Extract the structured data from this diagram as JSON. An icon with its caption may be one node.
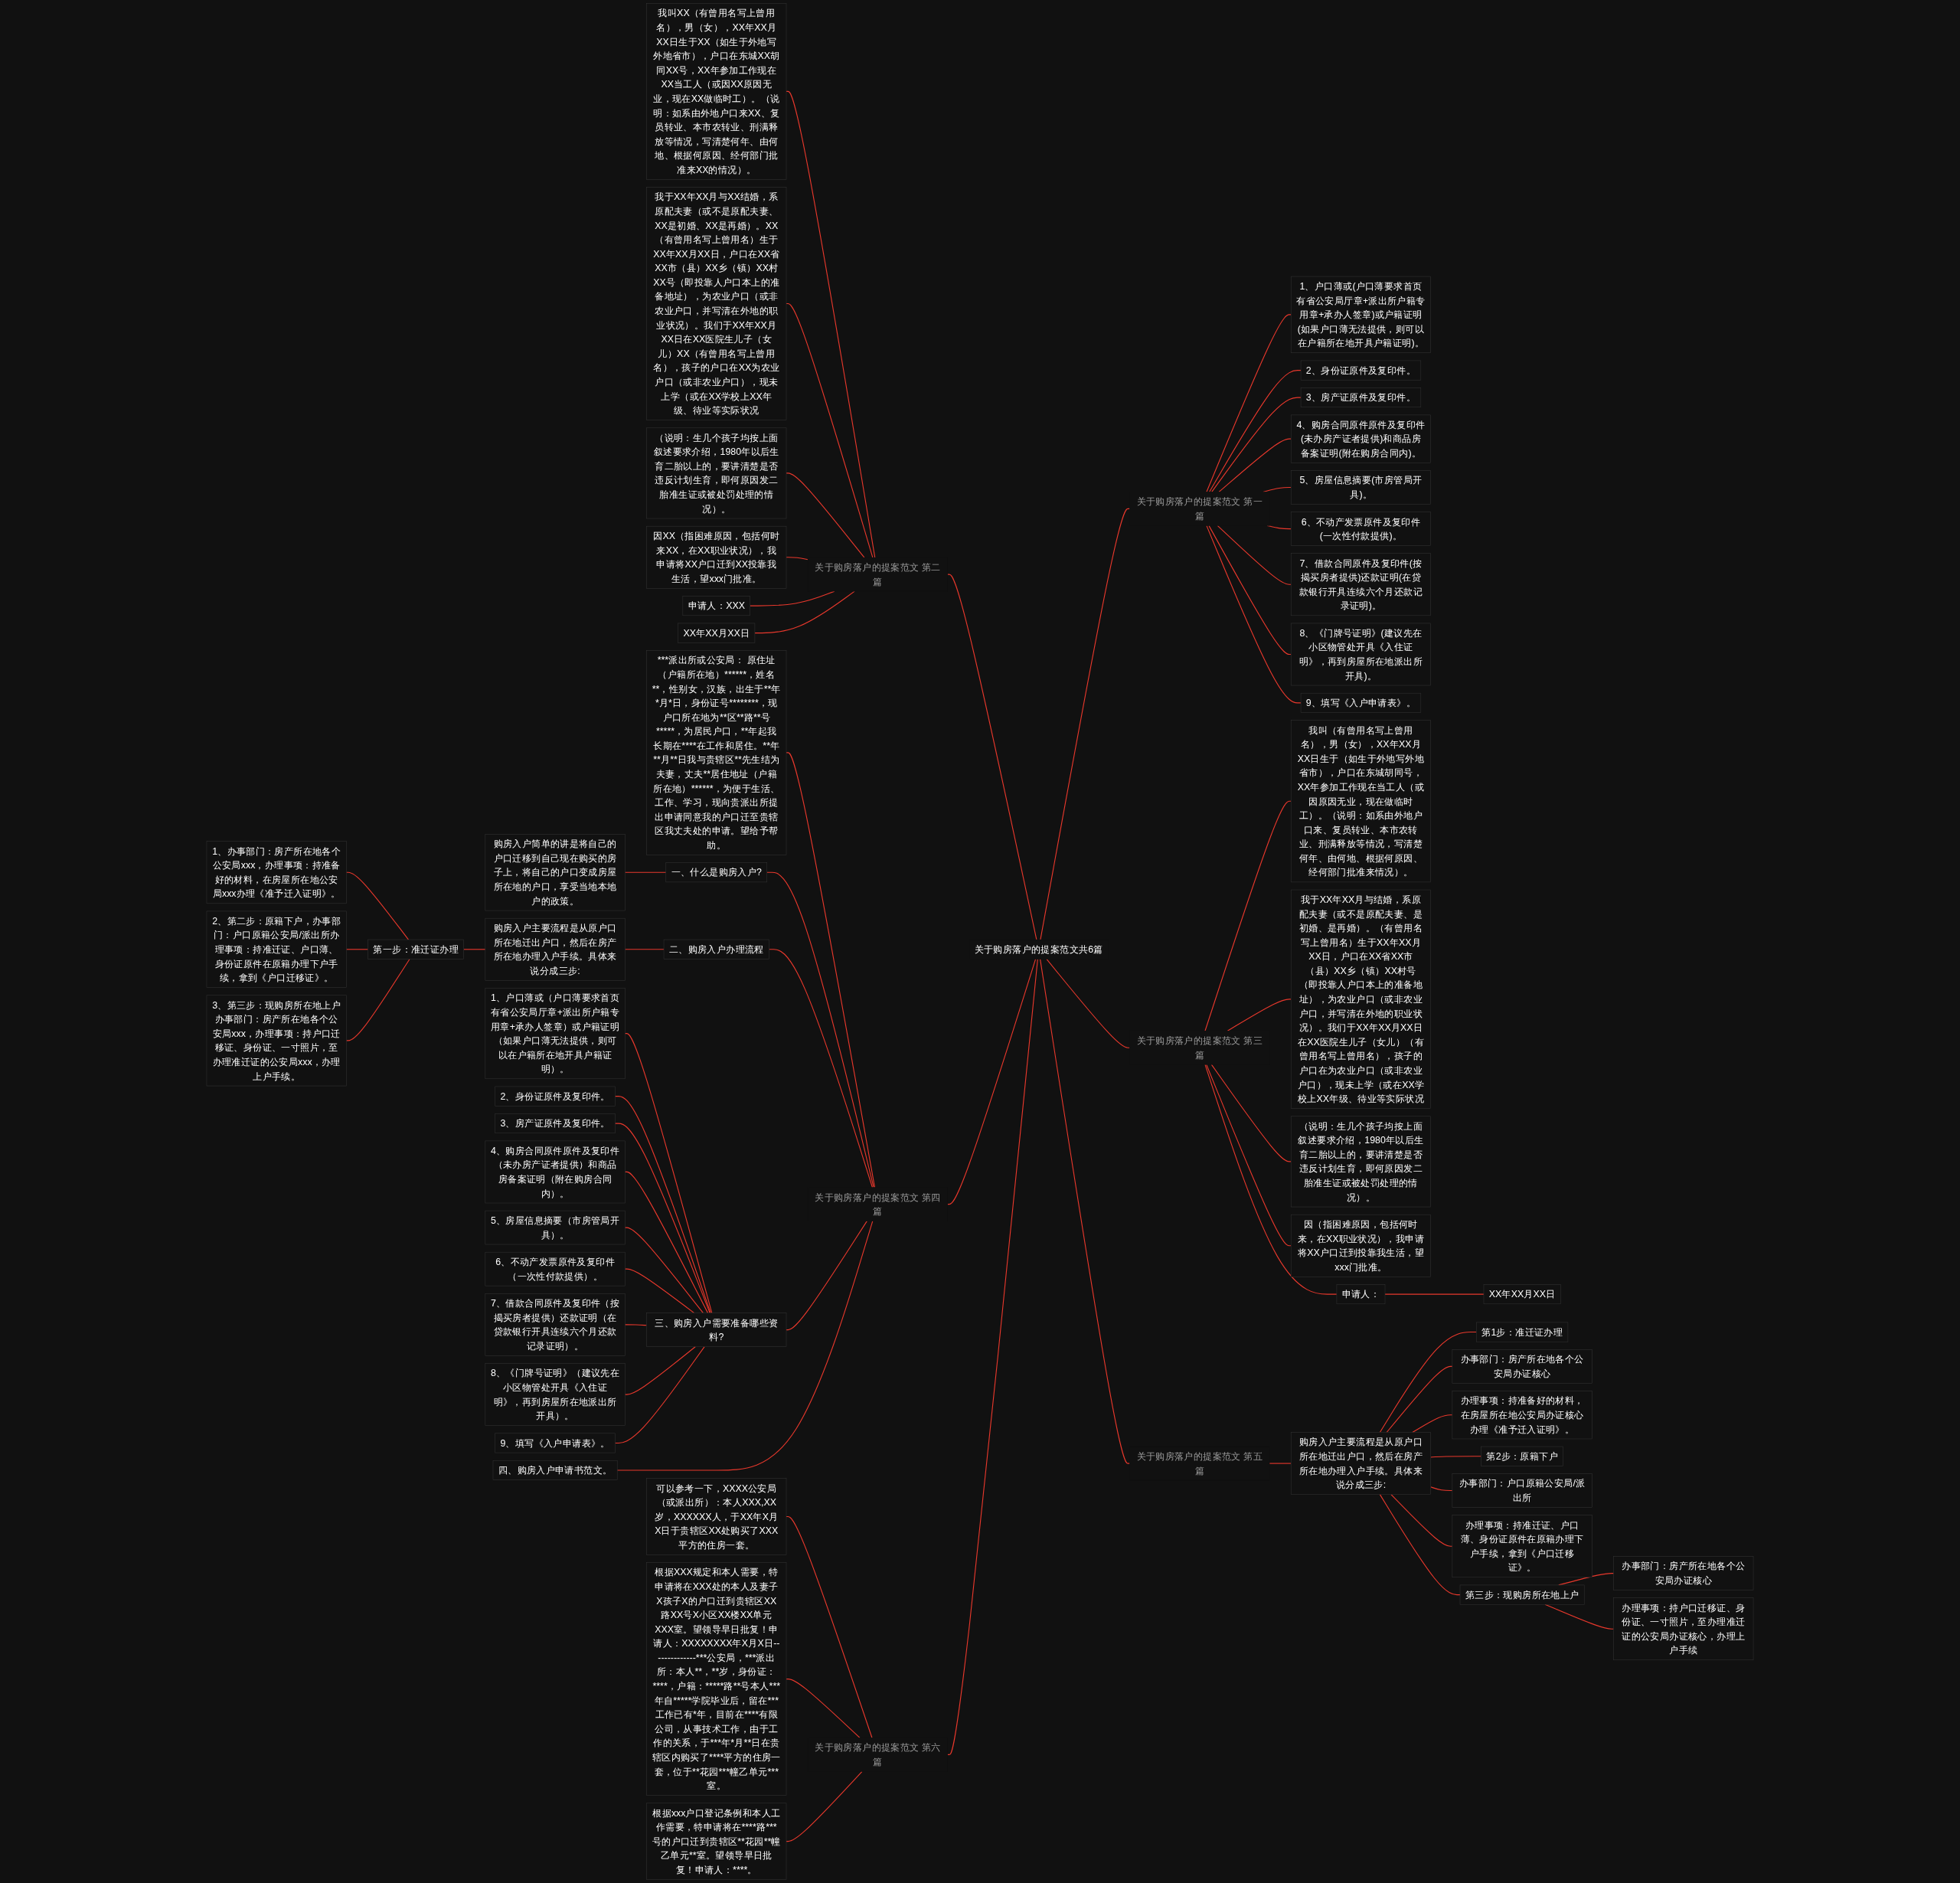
{
  "diagram": {
    "nodes": [
      {
        "text": [
          "关于购房落户的提案范文共6篇"
        ]
      },
      {
        "text": [
          "关于购房落户的提案范文 第一篇"
        ]
      },
      {
        "text": [
          "1、户口薄或(户口薄要求首页有省公安局厅章+派出所户籍专用章+承办人签章)或户籍证明(如果户口薄无法提供，则可以在户籍所在地开具户籍证明)。"
        ]
      },
      {
        "text": [
          "2、身份证原件及复印件。"
        ]
      },
      {
        "text": [
          "3、房产证原件及复印件。"
        ]
      },
      {
        "text": [
          "4、购房合同原件原件及复印件(未办房产证者提供)和商品房备案证明(附在购房合同内)。"
        ]
      },
      {
        "text": [
          "5、房屋信息摘要(市房管局开具)。"
        ]
      },
      {
        "text": [
          "6、不动产发票原件及复印件(一次性付款提供)。"
        ]
      },
      {
        "text": [
          "7、借款合同原件及复印件(按揭买房者提供)还款证明(在贷款银行开具连续六个月还款记录证明)。"
        ]
      },
      {
        "text": [
          "8、《门牌号证明》(建议先在小区物管处开具《入住证明》，再到房屋所在地派出所开具)。"
        ]
      },
      {
        "text": [
          "9、填写《入户申请表》。"
        ]
      },
      {
        "text": [
          "关于购房落户的提案范文 第二篇"
        ]
      },
      {
        "text": [
          "我叫XX（有曾用名写上曾用名），男（女），XX年XX月XX日生于XX（如生于外地写外地省市），户口在东城XX胡同XX号，XX年参加工作现在XX当工人（或因XX原因无业，现在XX做临时工）。（说明：如系由外地户口来XX、复员转业、本市农转业、刑满释放等情况，写清楚何年、由何地、根据何原因、经何部门批准来XX的情况）。"
        ]
      },
      {
        "text": [
          "我于XX年XX月与XX结婚，系原配夫妻（或不是原配夫妻、XX是初婚、XX是再婚）。XX（有曾用名写上曾用名）生于XX年XX月XX日，户口在XX省XX市（县）XX乡（镇）XX村XX号（即投靠人户口本上的准备地址），为农业户口（或非农业户口，并写清在外地的职业状况）。我们于XX年XX月XX日在XX医院生儿子（女儿）XX（有曾用名写上曾用名），孩子的户口在XX为农业户口（或非农业户口），现未上学（或在XX学校上XX年级、待业等实际状况"
        ]
      },
      {
        "text": [
          "（说明：生几个孩子均按上面叙述要求介绍，1980年以后生育二胎以上的，要讲清楚是否违反计划生育，即何原因发二胎准生证或被处罚处理的情况）。"
        ]
      },
      {
        "text": [
          "因XX（指困难原因，包括何时来XX，在XX职业状况），我申请将XX户口迁到XX投靠我生活，望xxx门批准。"
        ]
      },
      {
        "text": [
          "申请人：XXX"
        ]
      },
      {
        "text": [
          "XX年XX月XX日"
        ]
      },
      {
        "text": [
          "关于购房落户的提案范文 第三篇"
        ]
      },
      {
        "text": [
          "我叫（有曾用名写上曾用名），男（女），XX年XX月XX日生于（如生于外地写外地省市），户口在东城胡同号，XX年参加工作现在当工人（或因原因无业，现在做临时工）。（说明：如系由外地户口来、复员转业、本市农转业、刑满释放等情况，写清楚何年、由何地、根据何原因、经何部门批准来情况）。"
        ]
      },
      {
        "text": [
          "我于XX年XX月与结婚，系原配夫妻（或不是原配夫妻、是初婚、是再婚）。（有曾用名写上曾用名）生于XX年XX月XX日，户口在XX省XX市（县）XX乡（镇）XX村号（即投靠人户口本上的准备地址），为农业户口（或非农业户口，并写清在外地的职业状况）。我们于XX年XX月XX日在XX医院生儿子（女儿）（有曾用名写上曾用名），孩子的户口在为农业户口（或非农业户口），现未上学（或在XX学校上XX年级、待业等实际状况"
        ]
      },
      {
        "text": [
          "（说明：生几个孩子均按上面叙述要求介绍，1980年以后生育二胎以上的，要讲清楚是否违反计划生育，即何原因发二胎准生证或被处罚处理的情况）。"
        ]
      },
      {
        "text": [
          "因（指困难原因，包括何时来，在XX职业状况），我申请将XX户口迁到投靠我生活，望xxx门批准。"
        ]
      },
      {
        "text": [
          "申请人："
        ]
      },
      {
        "text": [
          "XX年XX月XX日"
        ]
      },
      {
        "text": [
          "关于购房落户的提案范文 第四篇"
        ]
      },
      {
        "text": [
          "***派出所或公安局： 原住址（户籍所在地）******，姓名**，性别女，汉族，出生于**年*月*日，身份证号********，现户口所在地为**区**路**号*****，为居民户口，**年起我长期在****在工作和居住。**年**月**日我与贵辖区**先生结为夫妻，丈夫**居住地址（户籍所在地）******，为便于生活、工作、学习，现向贵派出所提出申请同意我的户口迁至贵辖区我丈夫处的申请。望给予帮助。"
        ]
      },
      {
        "text": [
          "一、什么是购房入户?"
        ]
      },
      {
        "text": [
          "购房入户简单的讲是将自己的户口迁移到自己现在购买的房子上，将自己的户口变成房屋所在地的户口，享受当地本地户的政策。"
        ]
      },
      {
        "text": [
          "二、购房入户办理流程"
        ]
      },
      {
        "text": [
          "购房入户主要流程是从原户口所在地迁出户口，然后在房产所在地办理入户手续。具体来说分成三步:"
        ]
      },
      {
        "text": [
          "第一步：准迁证办理"
        ]
      },
      {
        "text": [
          "1、办事部门：房产所在地各个公安局xxx，办理事项：持准备好的材料，在房屋所在地公安局xxx办理《准予迁入证明》。"
        ]
      },
      {
        "text": [
          "2、第二步：原籍下户，办事部门：户口原籍公安局/派出所办理事项：持准迁证、户口薄、身份证原件在原籍办理下户手续，拿到《户口迁移证》。"
        ]
      },
      {
        "text": [
          "3、第三步：现购房所在地上户办事部门：房产所在地各个公安局xxx，办理事项：持户口迁移证、身份证、一寸照片，至办理准迁证的公安局xxx，办理上户手续。"
        ]
      },
      {
        "text": [
          "三、购房入户需要准备哪些资料?"
        ]
      },
      {
        "text": [
          "1、户口薄或（户口薄要求首页有省公安局厅章+派出所户籍专用章+承办人签章）或户籍证明（如果户口薄无法提供，则可以在户籍所在地开具户籍证明）。"
        ]
      },
      {
        "text": [
          "2、身份证原件及复印件。"
        ]
      },
      {
        "text": [
          "3、房产证原件及复印件。"
        ]
      },
      {
        "text": [
          "4、购房合同原件原件及复印件（未办房产证者提供）和商品房备案证明（附在购房合同内）。"
        ]
      },
      {
        "text": [
          "5、房屋信息摘要（市房管局开具）。"
        ]
      },
      {
        "text": [
          "6、不动产发票原件及复印件（一次性付款提供）。"
        ]
      },
      {
        "text": [
          "7、借款合同原件及复印件（按揭买房者提供）还款证明（在贷款银行开具连续六个月还款记录证明）。"
        ]
      },
      {
        "text": [
          "8、《门牌号证明》（建议先在小区物管处开具《入住证明》，再到房屋所在地派出所开具）。"
        ]
      },
      {
        "text": [
          "9、填写《入户申请表》。"
        ]
      },
      {
        "text": [
          "四、购房入户申请书范文。"
        ]
      },
      {
        "text": [
          "关于购房落户的提案范文 第五篇"
        ]
      },
      {
        "text": [
          "购房入户主要流程是从原户口所在地迁出户口，然后在房产所在地办理入户手续。具体来说分成三步:"
        ]
      },
      {
        "text": [
          "第1步：准迁证办理"
        ]
      },
      {
        "text": [
          "办事部门：房产所在地各个公安局办证核心"
        ]
      },
      {
        "text": [
          "办理事项：持准备好的材料，在房屋所在地公安局办证核心办理《准予迁入证明》。"
        ]
      },
      {
        "text": [
          "第2步：原籍下户"
        ]
      },
      {
        "text": [
          "办事部门：户口原籍公安局/派出所"
        ]
      },
      {
        "text": [
          "办理事项：持准迁证、户口薄、身份证原件在原籍办理下户手续，拿到《户口迁移证》。"
        ]
      },
      {
        "text": [
          "第三步：现购房所在地上户"
        ]
      },
      {
        "text": [
          "办事部门：房产所在地各个公安局办证核心"
        ]
      },
      {
        "text": [
          "办理事项：持户口迁移证、身份证、一寸照片，至办理准迁证的公安局办证核心，办理上户手续"
        ]
      },
      {
        "text": [
          "关于购房落户的提案范文 第六篇"
        ]
      },
      {
        "text": [
          "可以参考一下，XXXX公安局（或派出所）：本人XXX,XX岁，XXXXXX人，于XX年X月X日于贵辖区XX处购买了XXX平方的住房一套。"
        ]
      },
      {
        "text": [
          "根据XXX规定和本人需要，特申请将在XXX处的本人及妻子X孩子X的户口迁到贵辖区XX路XX号X小区XX楼XX单元XXX室。望领导早日批复！申请人：XXXXXXXX年X月X日--------------***公安局，***派出所：本人**，**岁，身份证：****，户籍：*****路**号本人***年自*****学院毕业后，留在***工作已有*年，目前在****有限公司，从事技术工作，由于工作的关系，于***年*月**日在贵辖区内购买了****平方的住房一套，位于**花园***幢乙单元***室。"
        ]
      },
      {
        "text": [
          "根据xxx户口登记条例和本人工作需要，特申请将在****路***号的户口迁到贵辖区**花园**幢乙单元**室。望领导早日批复！申请人：****。"
        ]
      }
    ],
    "edges": [
      {
        "from": 0,
        "to": 1,
        "arrow": "none"
      },
      {
        "from": 1,
        "to": 2,
        "arrow": "none"
      },
      {
        "from": 1,
        "to": 3,
        "arrow": "none"
      },
      {
        "from": 1,
        "to": 4,
        "arrow": "none"
      },
      {
        "from": 1,
        "to": 5,
        "arrow": "none"
      },
      {
        "from": 1,
        "to": 6,
        "arrow": "none"
      },
      {
        "from": 1,
        "to": 7,
        "arrow": "none"
      },
      {
        "from": 1,
        "to": 8,
        "arrow": "none"
      },
      {
        "from": 1,
        "to": 9,
        "arrow": "none"
      },
      {
        "from": 1,
        "to": 10,
        "arrow": "none"
      },
      {
        "from": 0,
        "to": 11,
        "arrow": "none"
      },
      {
        "from": 11,
        "to": 12,
        "arrow": "none"
      },
      {
        "from": 11,
        "to": 13,
        "arrow": "none"
      },
      {
        "from": 11,
        "to": 14,
        "arrow": "none"
      },
      {
        "from": 11,
        "to": 15,
        "arrow": "none"
      },
      {
        "from": 11,
        "to": 16,
        "arrow": "none"
      },
      {
        "from": 11,
        "to": 17,
        "arrow": "none"
      },
      {
        "from": 0,
        "to": 18,
        "arrow": "none"
      },
      {
        "from": 18,
        "to": 19,
        "arrow": "none"
      },
      {
        "from": 18,
        "to": 20,
        "arrow": "none"
      },
      {
        "from": 18,
        "to": 21,
        "arrow": "none"
      },
      {
        "from": 18,
        "to": 22,
        "arrow": "none"
      },
      {
        "from": 18,
        "to": 23,
        "arrow": "none"
      },
      {
        "from": 23,
        "to": 24,
        "arrow": "none"
      },
      {
        "from": 0,
        "to": 25,
        "arrow": "none"
      },
      {
        "from": 25,
        "to": 26,
        "arrow": "none"
      },
      {
        "from": 25,
        "to": 27,
        "arrow": "none"
      },
      {
        "from": 27,
        "to": 28,
        "arrow": "none"
      },
      {
        "from": 25,
        "to": 29,
        "arrow": "none"
      },
      {
        "from": 29,
        "to": 30,
        "arrow": "none"
      },
      {
        "from": 30,
        "to": 31,
        "arrow": "none"
      },
      {
        "from": 31,
        "to": 32,
        "arrow": "none"
      },
      {
        "from": 31,
        "to": 33,
        "arrow": "none"
      },
      {
        "from": 31,
        "to": 34,
        "arrow": "none"
      },
      {
        "from": 25,
        "to": 35,
        "arrow": "none"
      },
      {
        "from": 35,
        "to": 36,
        "arrow": "none"
      },
      {
        "from": 35,
        "to": 37,
        "arrow": "none"
      },
      {
        "from": 35,
        "to": 38,
        "arrow": "none"
      },
      {
        "from": 35,
        "to": 39,
        "arrow": "none"
      },
      {
        "from": 35,
        "to": 40,
        "arrow": "none"
      },
      {
        "from": 35,
        "to": 41,
        "arrow": "none"
      },
      {
        "from": 35,
        "to": 42,
        "arrow": "none"
      },
      {
        "from": 35,
        "to": 43,
        "arrow": "none"
      },
      {
        "from": 35,
        "to": 44,
        "arrow": "none"
      },
      {
        "from": 25,
        "to": 45,
        "arrow": "none"
      },
      {
        "from": 0,
        "to": 46,
        "arrow": "none"
      },
      {
        "from": 46,
        "to": 47,
        "arrow": "none"
      },
      {
        "from": 47,
        "to": 48,
        "arrow": "none"
      },
      {
        "from": 47,
        "to": 49,
        "arrow": "none"
      },
      {
        "from": 47,
        "to": 50,
        "arrow": "none"
      },
      {
        "from": 47,
        "to": 51,
        "arrow": "none"
      },
      {
        "from": 47,
        "to": 52,
        "arrow": "none"
      },
      {
        "from": 47,
        "to": 53,
        "arrow": "none"
      },
      {
        "from": 47,
        "to": 54,
        "arrow": "none"
      },
      {
        "from": 54,
        "to": 55,
        "arrow": "none"
      },
      {
        "from": 54,
        "to": 56,
        "arrow": "none"
      },
      {
        "from": 0,
        "to": 57,
        "arrow": "none"
      },
      {
        "from": 57,
        "to": 58,
        "arrow": "none"
      },
      {
        "from": 57,
        "to": 59,
        "arrow": "none"
      },
      {
        "from": 57,
        "to": 60,
        "arrow": "none"
      }
    ]
  }
}
